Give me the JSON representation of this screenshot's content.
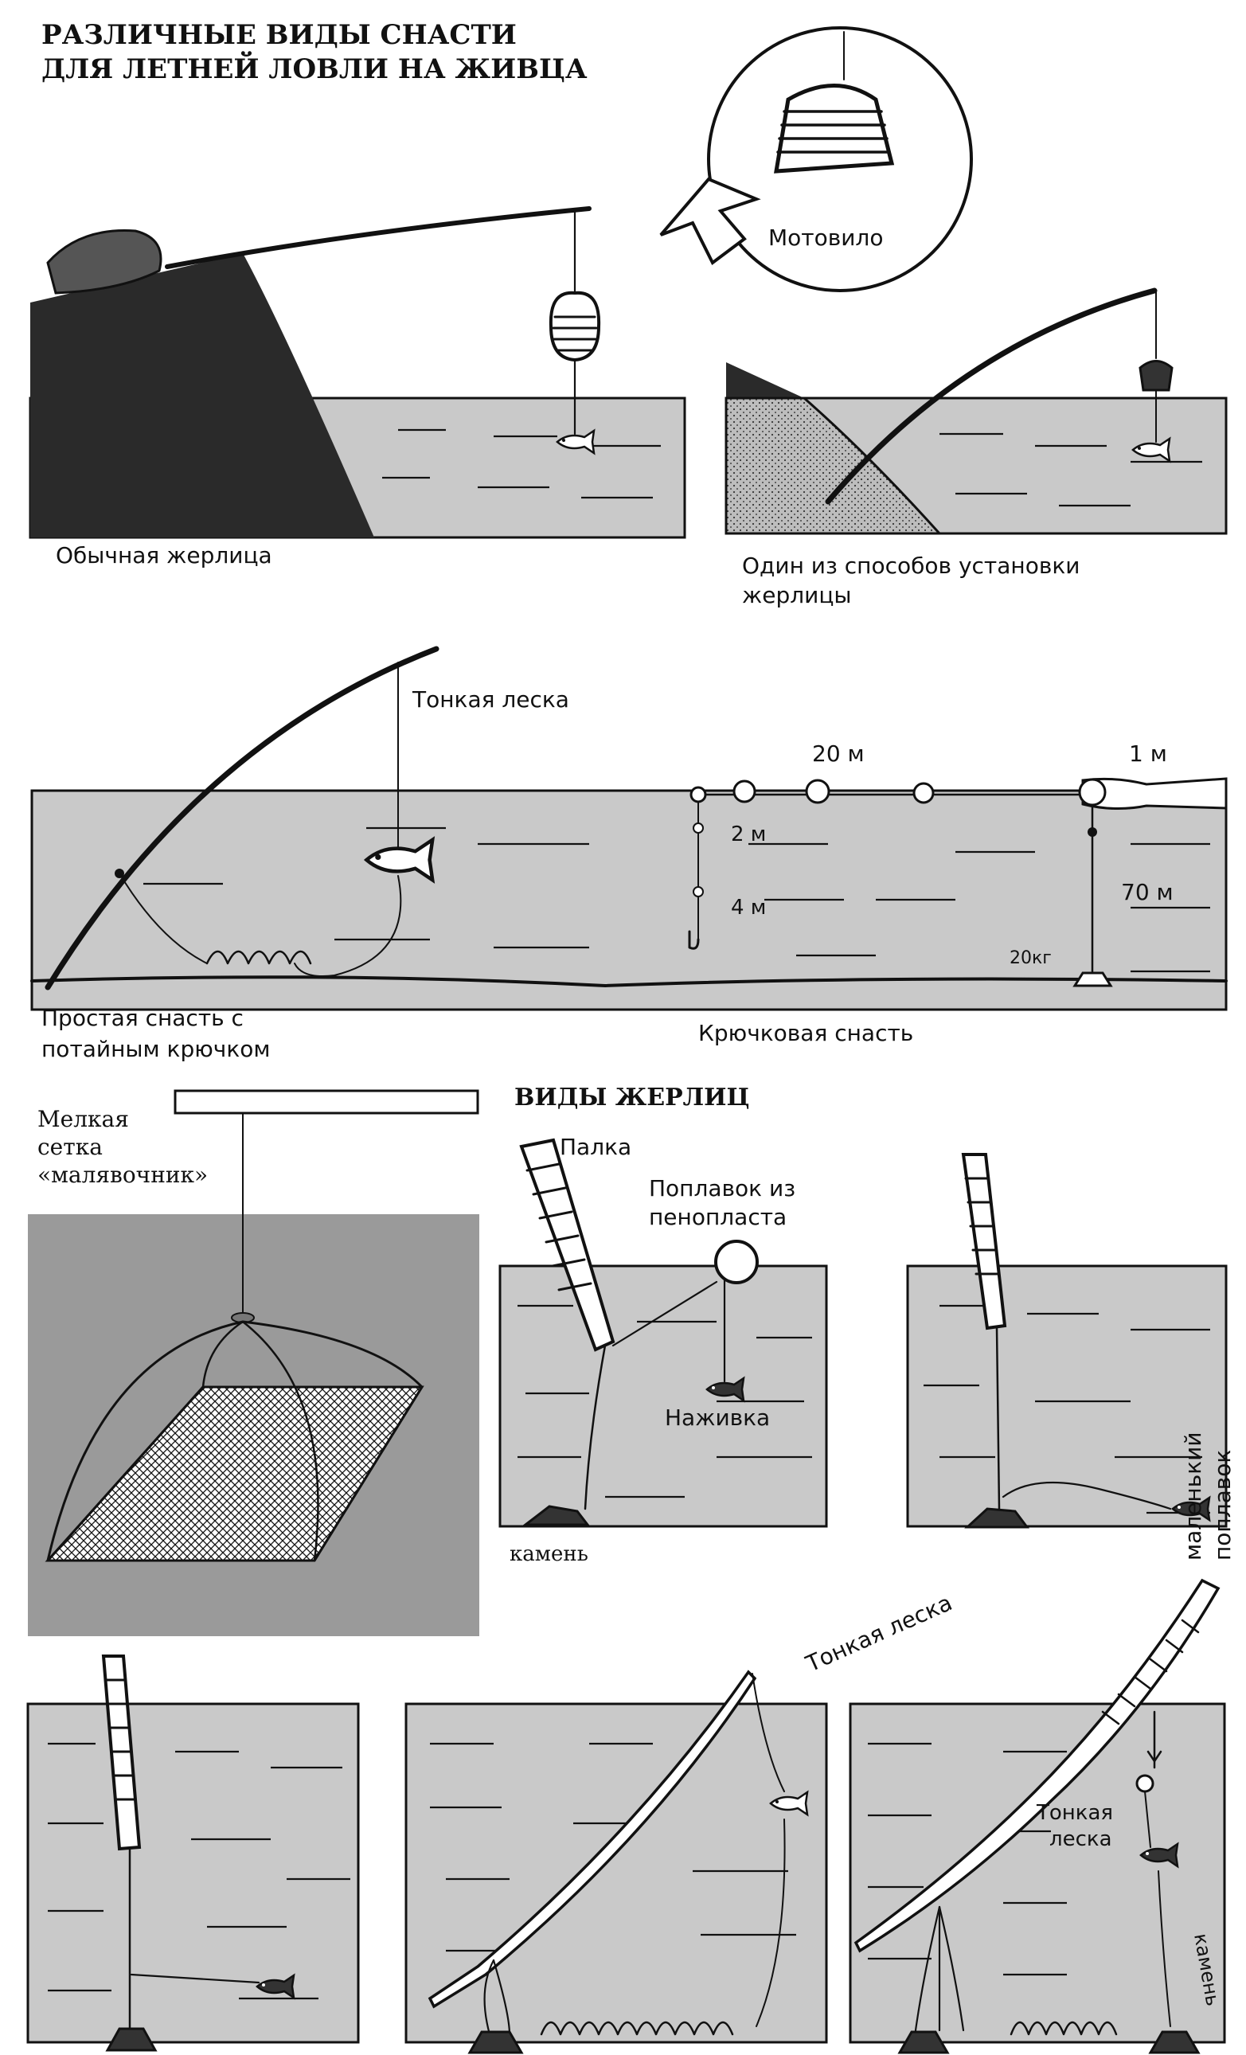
{
  "title": {
    "line1": "РАЗЛИЧНЫЕ ВИДЫ СНАСТИ",
    "line2": "ДЛЯ ЛЕТНЕЙ ЛОВЛИ НА ЖИВЦА"
  },
  "labels": {
    "motovilo": "Мотовило",
    "obychnaya": "Обычная жерлица",
    "odin_line1": "Один из способов установки",
    "odin_line2": "жерлицы",
    "tonkaya_leska": "Тонкая леска",
    "d20m": "20 м",
    "d1m": "1 м",
    "d2m": "2 м",
    "d4m": "4 м",
    "d70m": "70 м",
    "w20kg": "20кг",
    "prostaya_line1": "Простая снасть с",
    "prostaya_line2": "потайным крючком",
    "kryuchkovaya": "Крючковая  снасть",
    "vidy_zherlits": "ВИДЫ ЖЕРЛИЦ",
    "melkaya_line1": "Мелкая",
    "melkaya_line2": "сетка",
    "melkaya_line3": "«малявочник»",
    "palka": "Палка",
    "poplavok_line1": "Поплавок из",
    "poplavok_line2": "пенопласта",
    "nazhivka": "Наживка",
    "kamen": "камень",
    "tonkaya_leska_2": "Тонкая леска",
    "malenkiy_line1": "маленький",
    "malenkiy_line2": "поплавок",
    "tonkaya_line1": "Тонкая",
    "tonkaya_line2": "леска",
    "kamen_2": "камень"
  },
  "colors": {
    "ink": "#111111",
    "water": "#c9c9c9",
    "bank": "#2a2a2a",
    "net_panel": "#9a9a9a"
  }
}
